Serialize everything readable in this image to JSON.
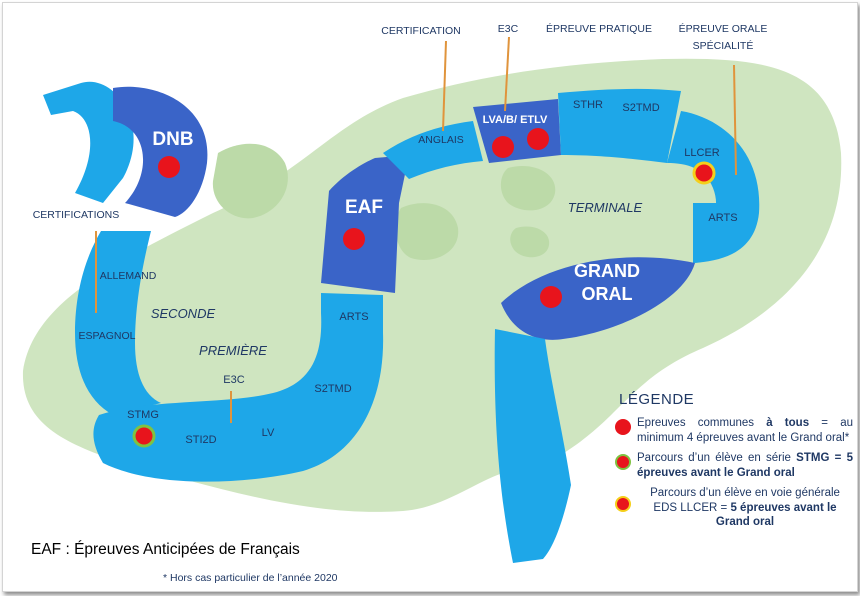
{
  "blocks": {
    "dnb": "DNB",
    "eaf": "EAF",
    "grand_oral_1": "GRAND",
    "grand_oral_2": "ORAL",
    "lva": "LVA/B/ ETLV"
  },
  "zones": {
    "seconde": "SECONDE",
    "premiere": "PREMIÈRE",
    "terminale": "TERMINALE"
  },
  "path_labels": {
    "allemand": "ALLEMAND",
    "espagnol": "ESPAGNOL",
    "stmg": "STMG",
    "sti2d": "STI2D",
    "lv": "LV",
    "s2tmd_left": "S2TMD",
    "arts_left": "ARTS",
    "anglais": "ANGLAIS",
    "sthr": "STHR",
    "s2tmd_top": "S2TMD",
    "llcer": "LLCER",
    "arts_right": "ARTS",
    "e3c_inside": "E3C"
  },
  "callouts": {
    "certifications": "CERTIFICATIONS",
    "certification": "CERTIFICATION",
    "e3c": "E3C",
    "epreuve_pratique": "ÉPREUVE PRATIQUE",
    "epreuve_orale_1": "ÉPREUVE ORALE",
    "epreuve_orale_2": "SPÉCIALITÉ"
  },
  "legend": {
    "title": "LÉGENDE",
    "item1": {
      "pre": "Epreuves communes ",
      "bold": "à tous",
      "post": " = au minimum 4 épreuves avant le Grand oral*"
    },
    "item2": {
      "pre": "Parcours d’un élève en série ",
      "bold": "STMG = 5 épreuves avant le Grand oral",
      "post": ""
    },
    "item3": {
      "pre": "Parcours d’un élève en voie générale EDS LLCER = ",
      "bold": "5 épreuves avant le Grand oral",
      "post": ""
    }
  },
  "caption": "EAF : Épreuves Anticipées de Français",
  "footnote": "* Hors cas particulier de l’année 2020",
  "colors": {
    "land": "#cfe5c0",
    "land_light": "#dcefd0",
    "road": "#1ea7e8",
    "block": "#3a64c8",
    "marker": "#e8141c",
    "marker_green_ring": "#7fc241",
    "marker_yellow_ring": "#f5cf1a",
    "text": "#1f3864",
    "callout_line": "#e0943c"
  }
}
